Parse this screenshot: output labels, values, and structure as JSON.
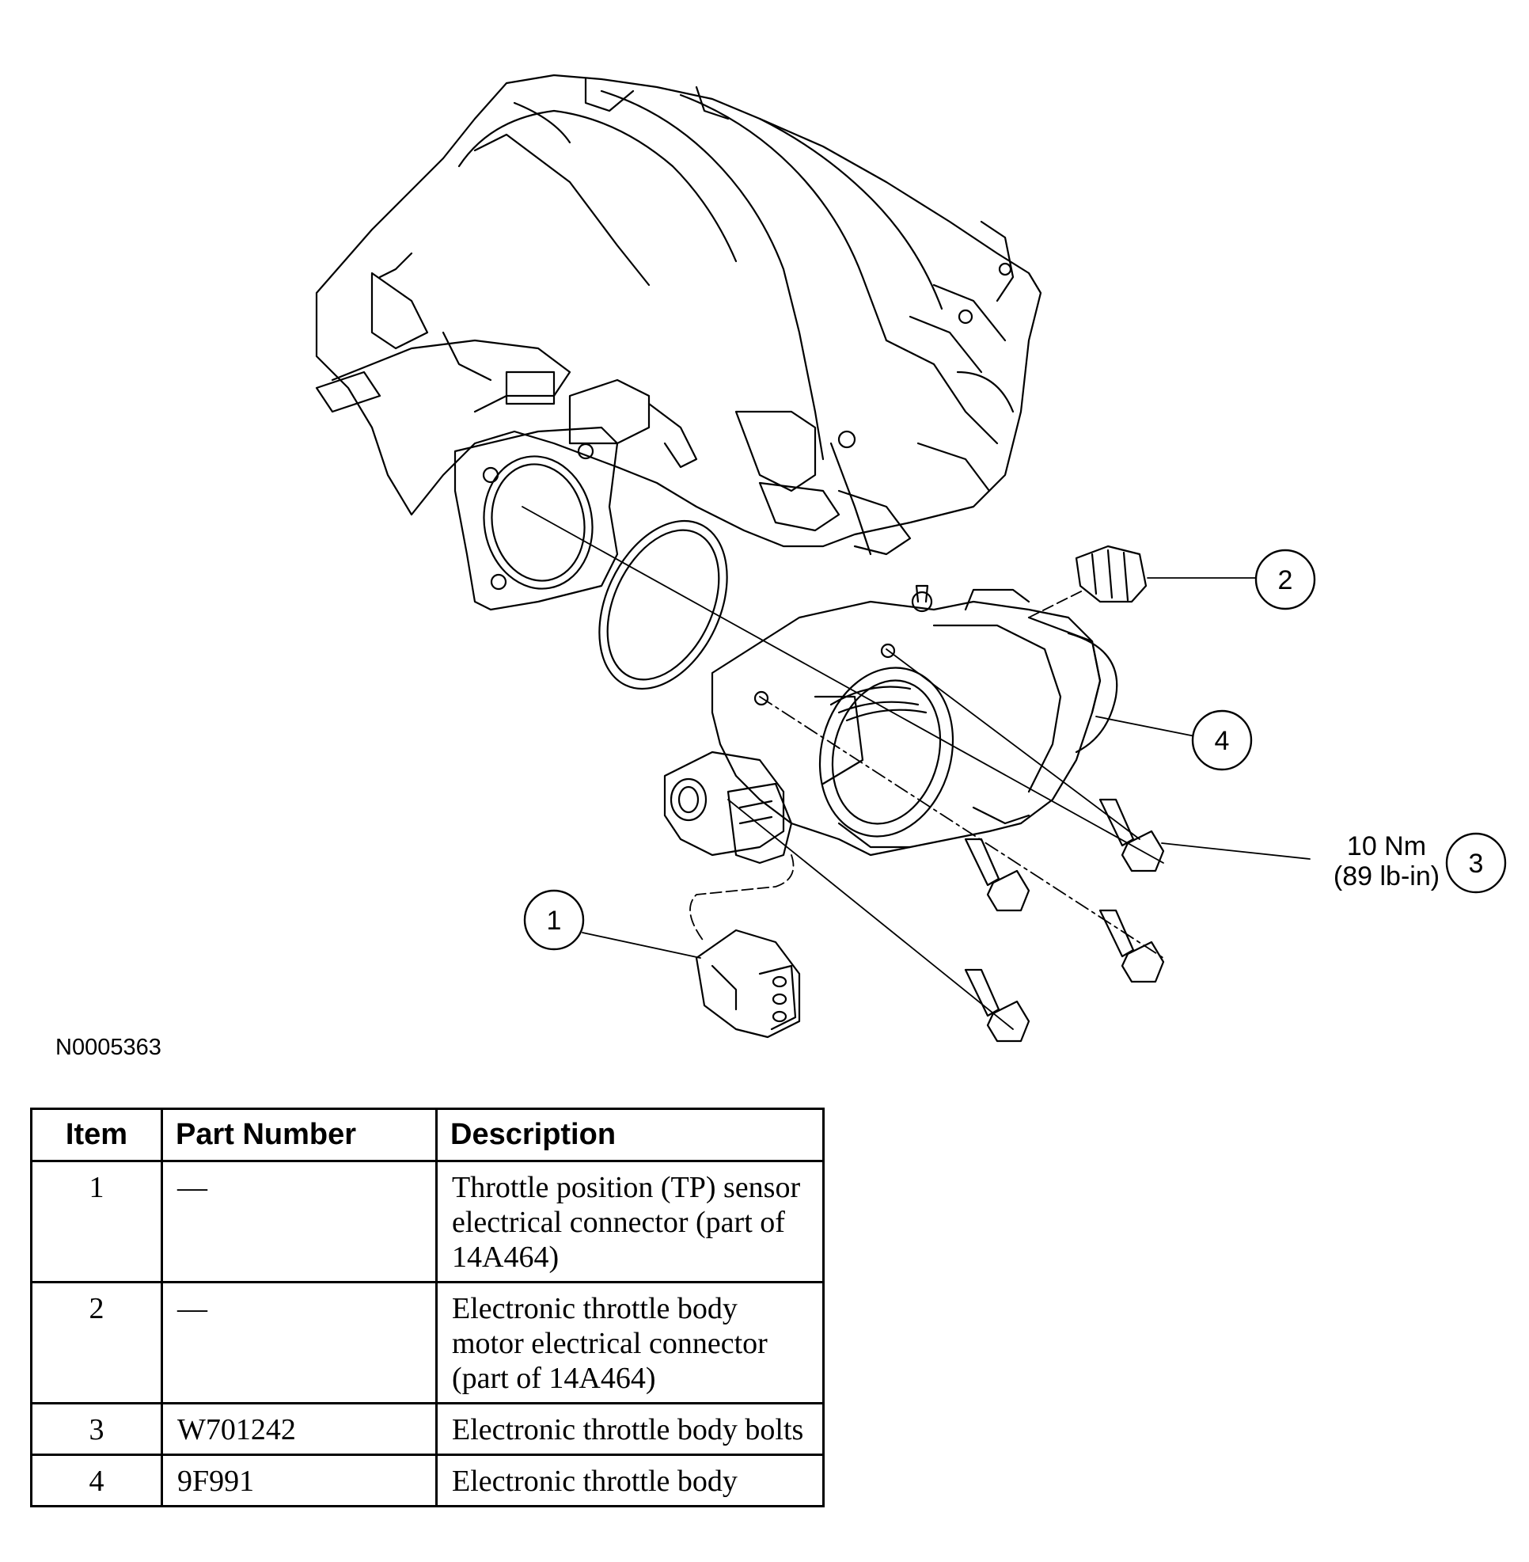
{
  "figure": {
    "id": "N0005363",
    "callouts": [
      "1",
      "2",
      "3",
      "4"
    ],
    "torque": {
      "line1": "10 Nm",
      "line2": "(89 lb-in)"
    }
  },
  "table": {
    "headers": [
      "Item",
      "Part Number",
      "Description"
    ],
    "rows": [
      {
        "item": "1",
        "part": "—",
        "description": "Throttle position (TP) sensor electrical connector (part of 14A464)"
      },
      {
        "item": "2",
        "part": "—",
        "description": "Electronic throttle body motor electrical connector (part of 14A464)"
      },
      {
        "item": "3",
        "part": "W701242",
        "description": "Electronic throttle body bolts"
      },
      {
        "item": "4",
        "part": "9F991",
        "description": "Electronic throttle body"
      }
    ]
  }
}
